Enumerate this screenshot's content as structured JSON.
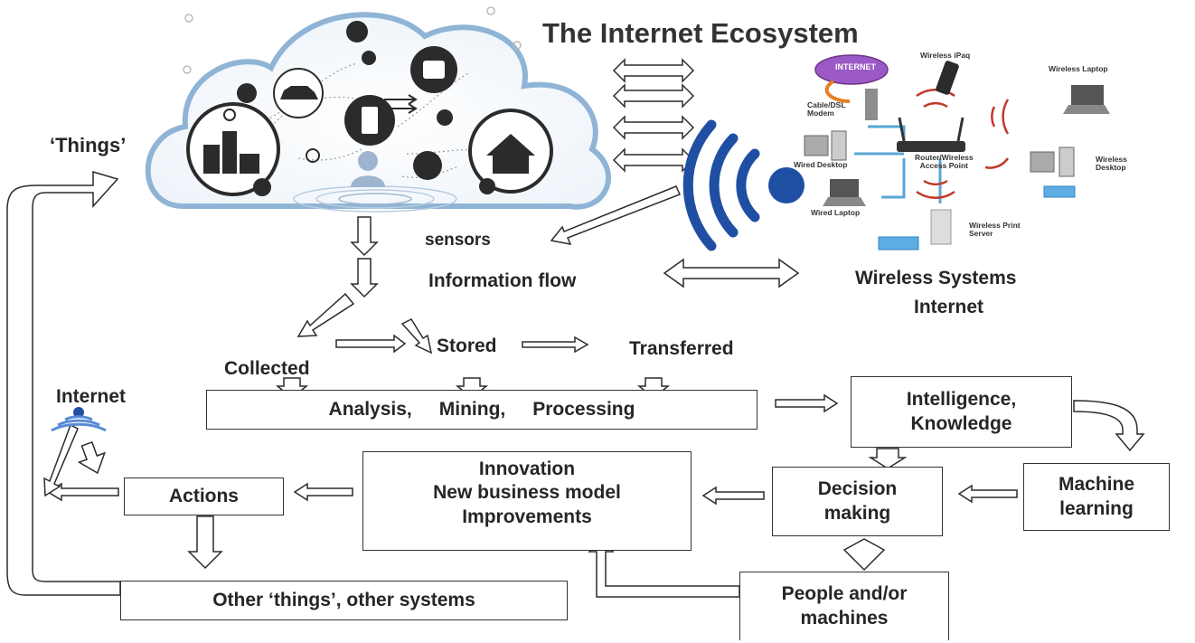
{
  "title": "The Internet Ecosystem",
  "labels": {
    "things": "‘Things’",
    "sensors": "sensors",
    "information_flow": "Information flow",
    "wireless_line1": "Wireless Systems",
    "wireless_line2": "Internet",
    "collected": "Collected",
    "stored": "Stored",
    "transferred": "Transferred",
    "internet": "Internet"
  },
  "boxes": {
    "analysis": [
      "Analysis,",
      "Mining,",
      "Processing"
    ],
    "intelligence": [
      "Intelligence,",
      "Knowledge"
    ],
    "machine_learning": [
      "Machine",
      "learning"
    ],
    "decision": [
      "Decision",
      "making"
    ],
    "innovation": [
      "Innovation",
      "New business model",
      "Improvements"
    ],
    "actions": "Actions",
    "other_things": "Other ‘things’, other systems",
    "people": [
      "People and/or",
      "machines"
    ]
  },
  "network_labels": {
    "internet_cloud": "INTERNET",
    "modem": "Cable/DSL\nModem",
    "wireless_ipaq": "Wireless iPaq",
    "wireless_laptop": "Wireless Laptop",
    "wired_desktop": "Wired Desktop",
    "router": "Router/Wireless\nAccess Point",
    "wireless_desktop": "Wireless\nDesktop",
    "wired_laptop": "Wired Laptop",
    "print_server": "Wireless Print\nServer"
  },
  "colors": {
    "cloud_outline": "#8fb4d6",
    "icon_dark": "#2b2b2b",
    "wifi_blue": "#1f4fa3",
    "link_blue": "#58a6d6",
    "signal_red": "#c0392b"
  }
}
